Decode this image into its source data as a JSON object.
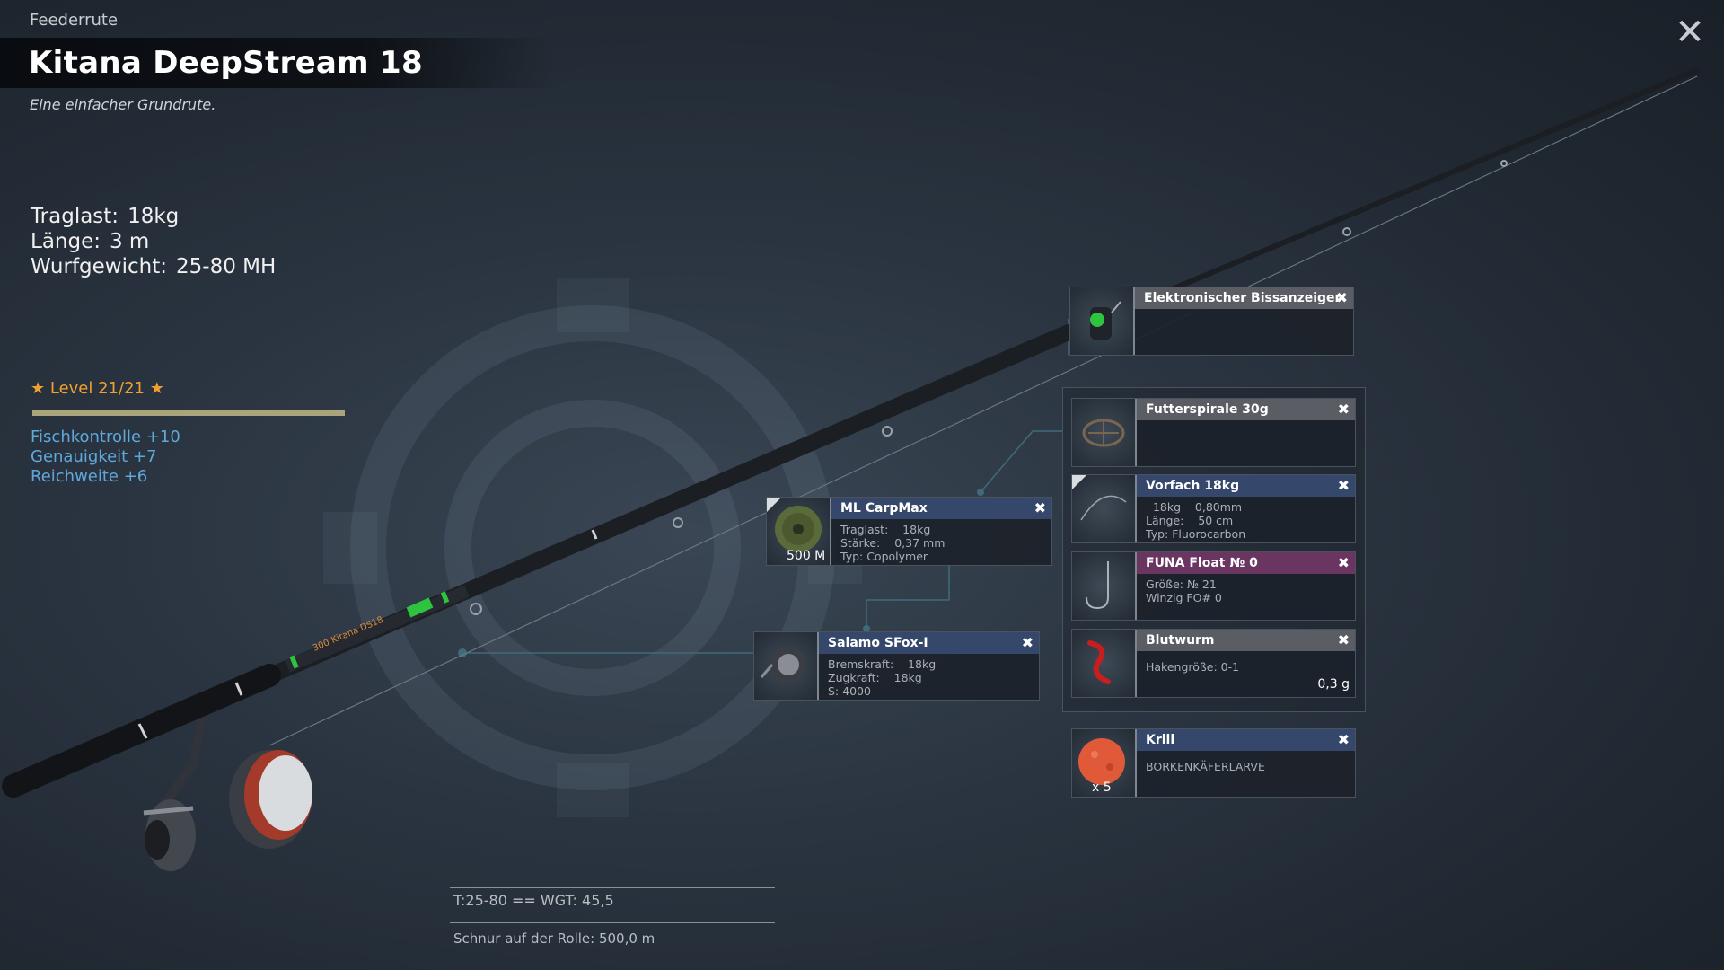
{
  "header": {
    "category": "Feederrute",
    "title": "Kitana DeepStream 18",
    "subtitle": "Eine einfacher Grundrute."
  },
  "stats": [
    {
      "label": "Traglast:",
      "value": "18kg"
    },
    {
      "label": "Länge:",
      "value": "3 m"
    },
    {
      "label": "Wurfgewicht:",
      "value": "25-80 MH"
    }
  ],
  "level": {
    "text": "★ Level 21/21 ★",
    "progress": 1.0
  },
  "bonuses": [
    "Fischkontrolle +10",
    "Genauigkeit +7",
    "Reichweite +6"
  ],
  "info": {
    "weight_text": "T:25-80  == WGT: 45,5",
    "line_on_reel": "Schnur auf der Rolle: 500,0 m"
  },
  "rod_label": "300 Kitana DS18",
  "cards": {
    "bite_indicator": {
      "title": "Elektronischer Bissanzeiger",
      "icon": "bite-alarm-icon"
    },
    "feeder": {
      "title": "Futterspirale 30g",
      "icon": "feeder-cage-icon"
    },
    "leader": {
      "title": "Vorfach  18kg",
      "lines": [
        "  18kg    0,80mm",
        "Länge:    50 cm",
        "Typ: Fluorocarbon"
      ],
      "icon": "leader-icon"
    },
    "hook": {
      "title": "FUNA Float № 0",
      "lines": [
        "Größe: № 21",
        "Winzig FO# 0"
      ],
      "icon": "hook-icon"
    },
    "bait": {
      "title": "Blutwurm",
      "lines": [
        "Hakengröße: 0-1"
      ],
      "weight": "0,3 g",
      "icon": "bloodworm-icon"
    },
    "groundbait": {
      "title": "Krill",
      "lines": [
        "BORKENKÄFERLARVE"
      ],
      "qty": "x 5",
      "icon": "krill-ball-icon"
    },
    "line": {
      "title": "ML CarpMax",
      "lines": [
        "Traglast:    18kg",
        "Stärke:    0,37 mm",
        "Typ: Copolymer"
      ],
      "qty": "500 M",
      "icon": "line-spool-icon"
    },
    "reel": {
      "title": "Salamo SFox-I",
      "lines": [
        "Bremskraft:    18kg",
        "Zugkraft:    18kg",
        "S: 4000"
      ],
      "icon": "reel-icon"
    }
  },
  "colors": {
    "accent_orange": "#f0a030",
    "bonus_blue": "#5fa8dc",
    "header_grey": "#5a5e64",
    "header_blue": "#35476a",
    "header_magenta": "#6a3560"
  },
  "close_icon": "close-icon"
}
